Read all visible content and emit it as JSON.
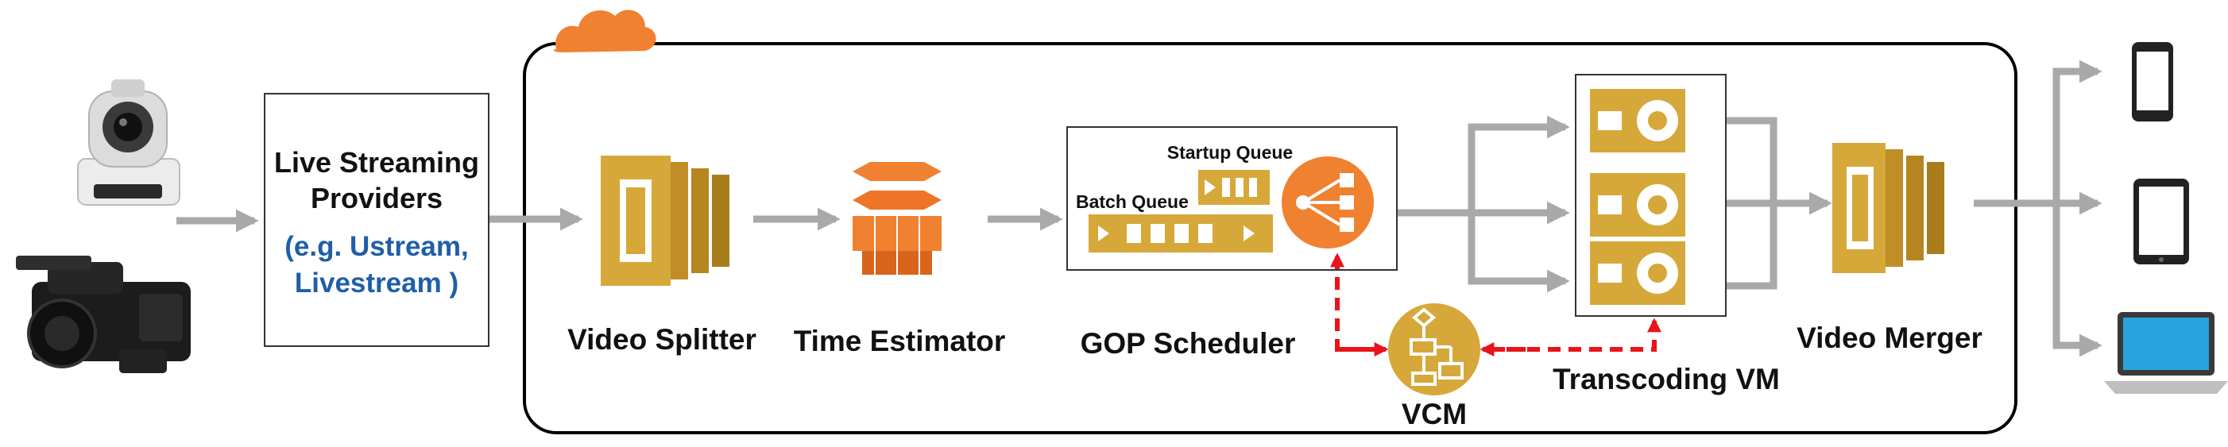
{
  "colors": {
    "gold": "#d6a83a",
    "gold_dark": "#b5861f",
    "orange": "#f08131",
    "orange_dark": "#d9641c",
    "arrow_gray": "#a9a9a9",
    "red_dashed": "#e8141b",
    "frame": "#000000",
    "blue_text": "#1f5fa8"
  },
  "providers": {
    "title_line1": "Live Streaming",
    "title_line2": "Providers",
    "example_line1": "(e.g. Ustream,",
    "example_line2": "Livestream )"
  },
  "nodes": {
    "video_splitter": "Video Splitter",
    "time_estimator": "Time Estimator",
    "gop_scheduler": "GOP Scheduler",
    "vcm": "VCM",
    "transcoding_vm": "Transcoding VM",
    "video_merger": "Video Merger"
  },
  "queues": {
    "startup": "Startup Queue",
    "batch": "Batch Queue"
  },
  "icons": {
    "cloud": "cloud-icon",
    "ptz_camera": "ptz-camera-icon",
    "camcorder": "camcorder-icon",
    "phone": "smartphone-icon",
    "tablet": "tablet-icon",
    "laptop": "laptop-icon"
  }
}
